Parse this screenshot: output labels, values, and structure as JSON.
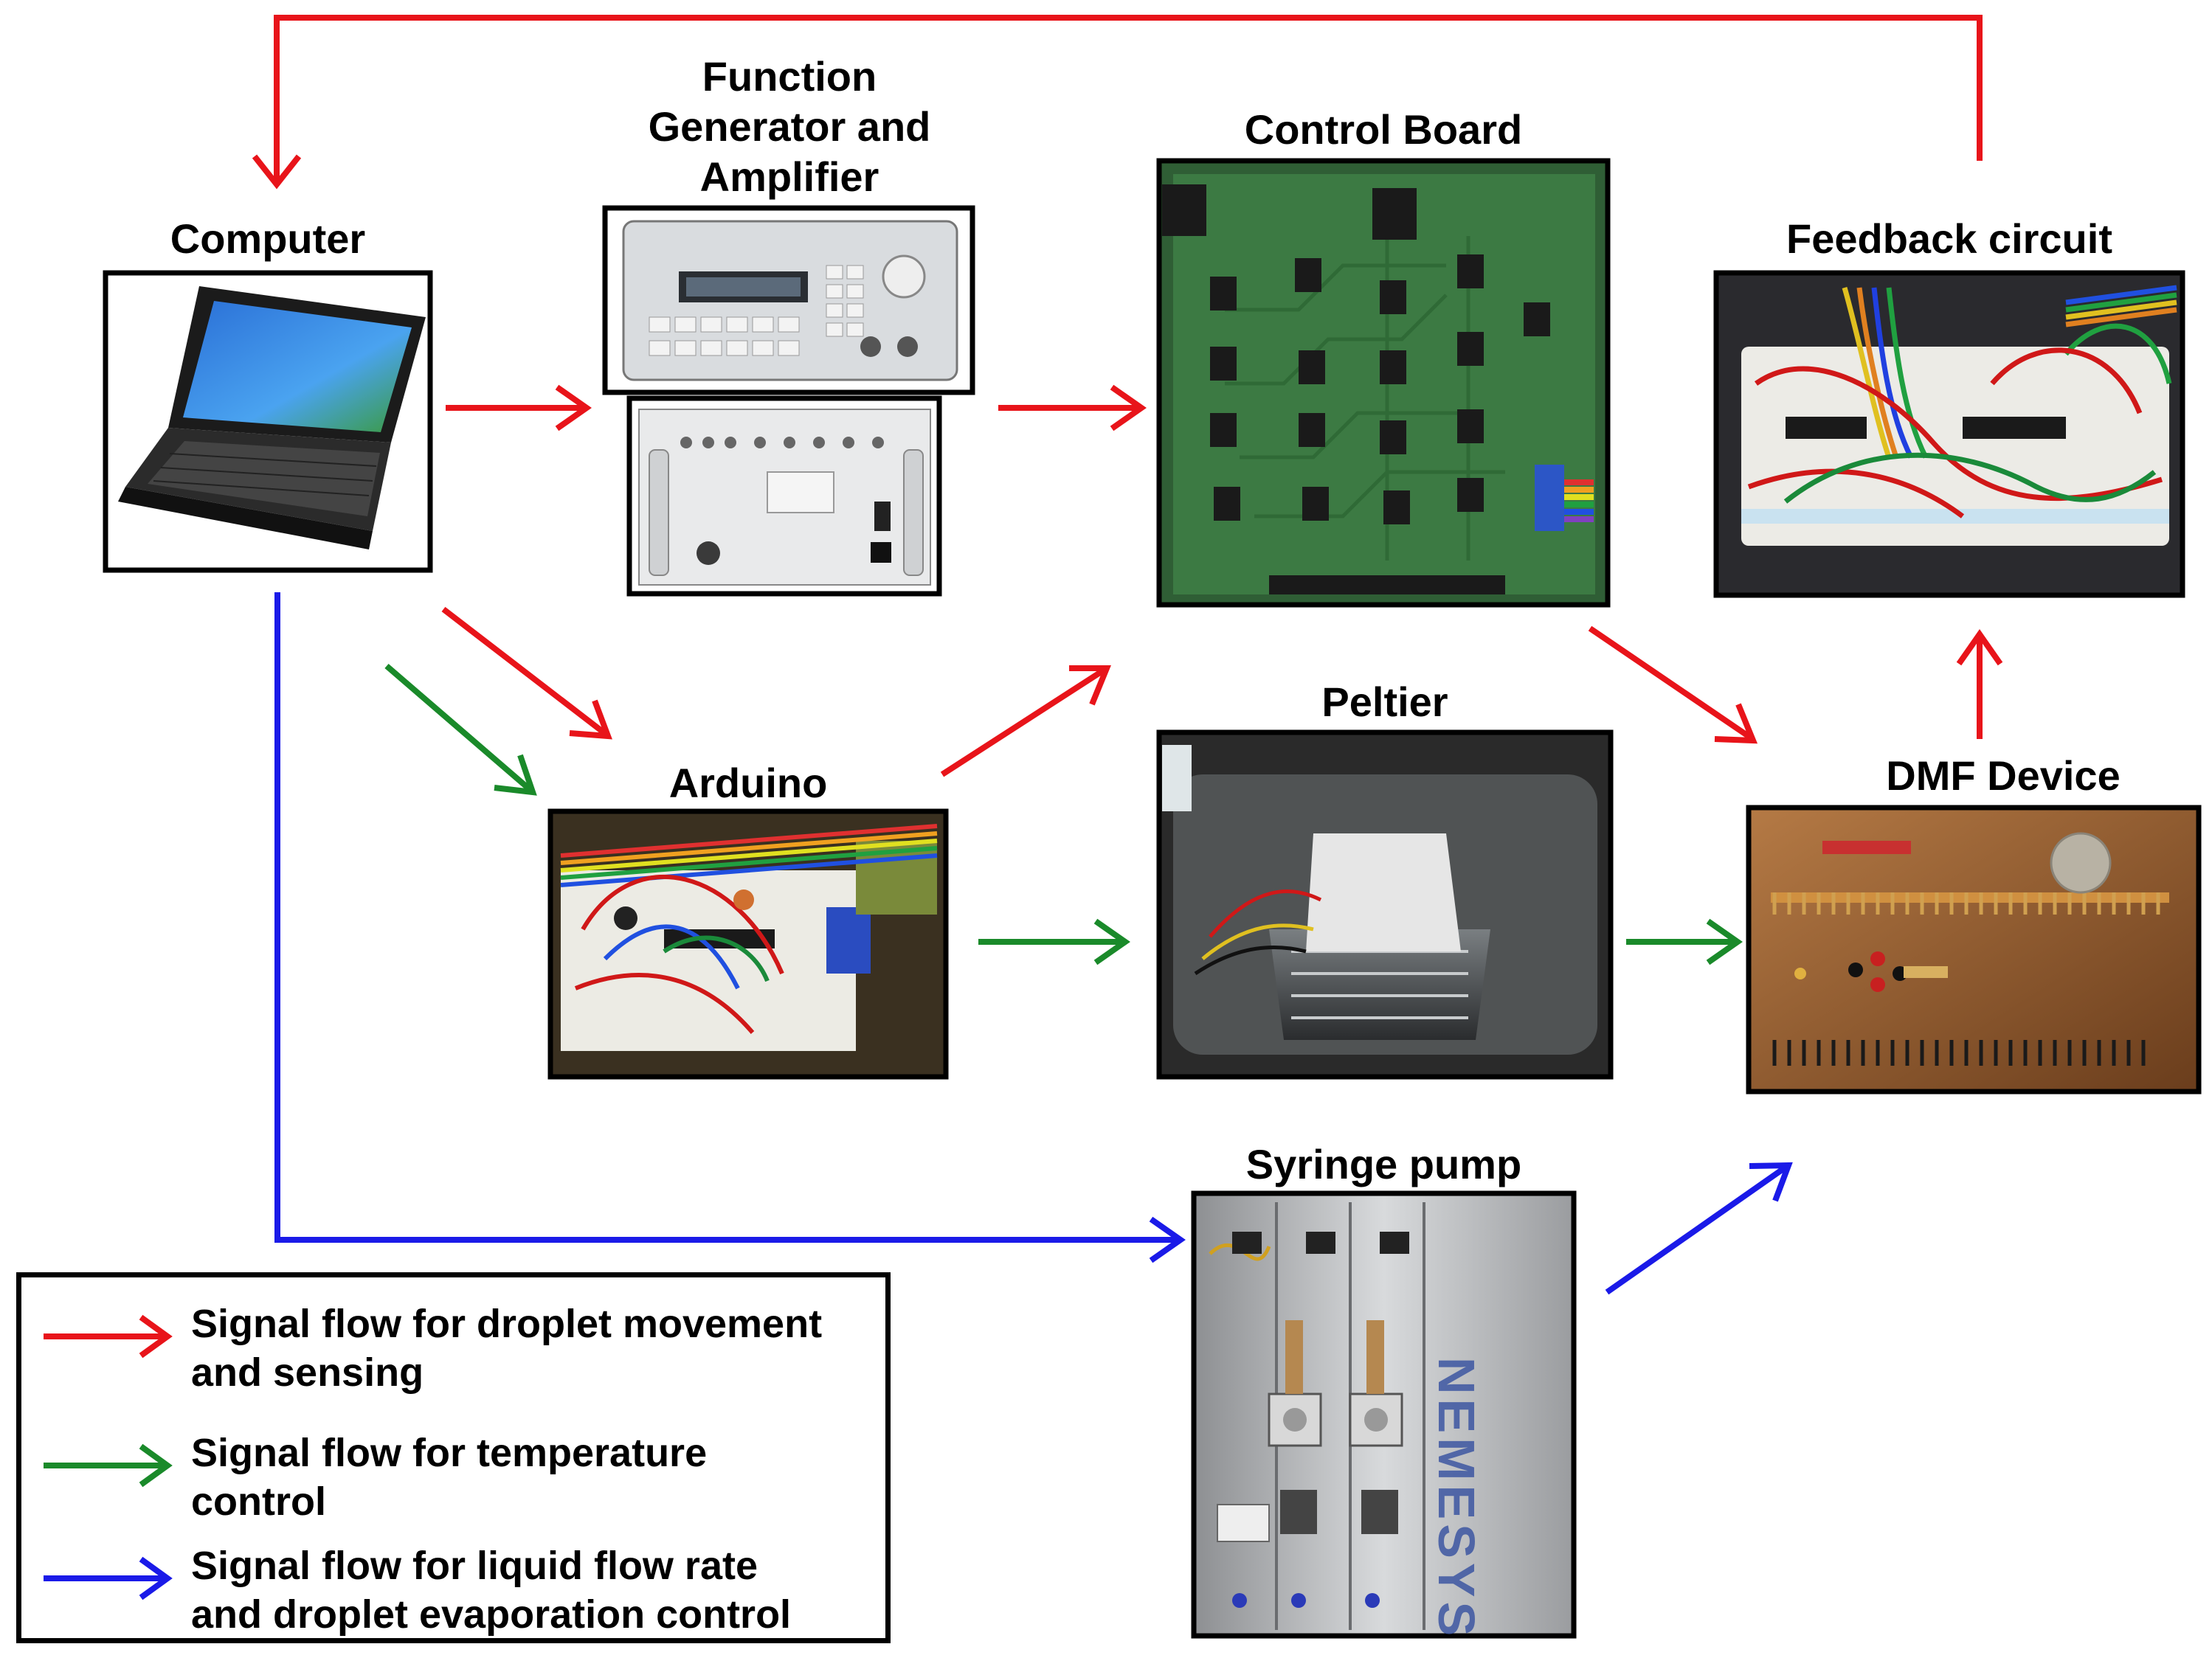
{
  "colors": {
    "red": "#e8141a",
    "green": "#1a8a2a",
    "blue": "#1a1ae8",
    "border": "#000000"
  },
  "nodes": {
    "computer": {
      "label": "Computer",
      "icon": "laptop-photo"
    },
    "function_generator": {
      "label_lines": [
        "Function",
        "Generator and",
        "Amplifier"
      ],
      "icon": "function-generator-photo"
    },
    "control_board": {
      "label": "Control Board",
      "icon": "pcb-photo"
    },
    "feedback": {
      "label": "Feedback circuit",
      "icon": "breadboard-photo"
    },
    "arduino": {
      "label": "Arduino",
      "icon": "arduino-photo"
    },
    "peltier": {
      "label": "Peltier",
      "icon": "peltier-photo"
    },
    "dmf": {
      "label": "DMF Device",
      "icon": "dmf-chip-photo"
    },
    "syringe": {
      "label": "Syringe pump",
      "icon": "syringe-pump-photo",
      "brand_text": "NEMESYS"
    }
  },
  "legend": [
    {
      "color": "red",
      "line1": "Signal flow for droplet movement",
      "line2": "and sensing"
    },
    {
      "color": "green",
      "line1": "Signal flow for temperature",
      "line2": "control"
    },
    {
      "color": "blue",
      "line1": "Signal flow for liquid flow rate",
      "line2": "and droplet evaporation control"
    }
  ]
}
